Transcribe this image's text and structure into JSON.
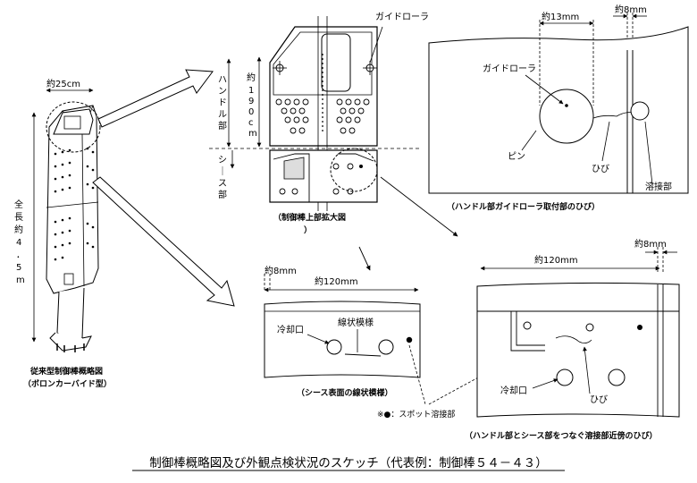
{
  "overview": {
    "width_label": "約25cm",
    "length_label": [
      "全",
      "長",
      "約",
      "4",
      "．",
      "5",
      "m"
    ],
    "caption_line1": "従来型制御棒概略図",
    "caption_line2": "（ボロンカーバイド型）"
  },
  "upper": {
    "guide_roller_label": "ガイドローラ",
    "handle_label": [
      "ハ",
      "ン",
      "ド",
      "ル",
      "部"
    ],
    "length_label": [
      "約",
      "1",
      "9",
      "0",
      "c",
      "m"
    ],
    "sheath_label": [
      "シ",
      "｜",
      "ス",
      "部"
    ],
    "caption_line1": "（制御棒上部拡大図",
    "caption_line2": "）"
  },
  "guide_detail": {
    "dim_13": "約13mm",
    "dim_8": "約8mm",
    "guide_roller": "ガイドローラ",
    "pin": "ピン",
    "crack": "ひび",
    "weld": "溶接部",
    "caption": "（ハンドル部ガイドローラ取付部のひび）"
  },
  "sheath_detail": {
    "dim_8": "約8mm",
    "dim_120": "約120mm",
    "cooling": "冷却口",
    "lines": "線状模様",
    "caption": "（シース表面の線状模様）",
    "note": "※●：スポット溶接部"
  },
  "joint_detail": {
    "dim_8": "約8mm",
    "dim_120": "約120mm",
    "cooling": "冷却口",
    "crack": "ひび",
    "caption": "（ハンドル部とシース部をつなぐ溶接部近傍のひび）"
  },
  "footer": {
    "title": "制御棒概略図及び外観点検状況のスケッチ（代表例：制御棒５４－４３）"
  }
}
